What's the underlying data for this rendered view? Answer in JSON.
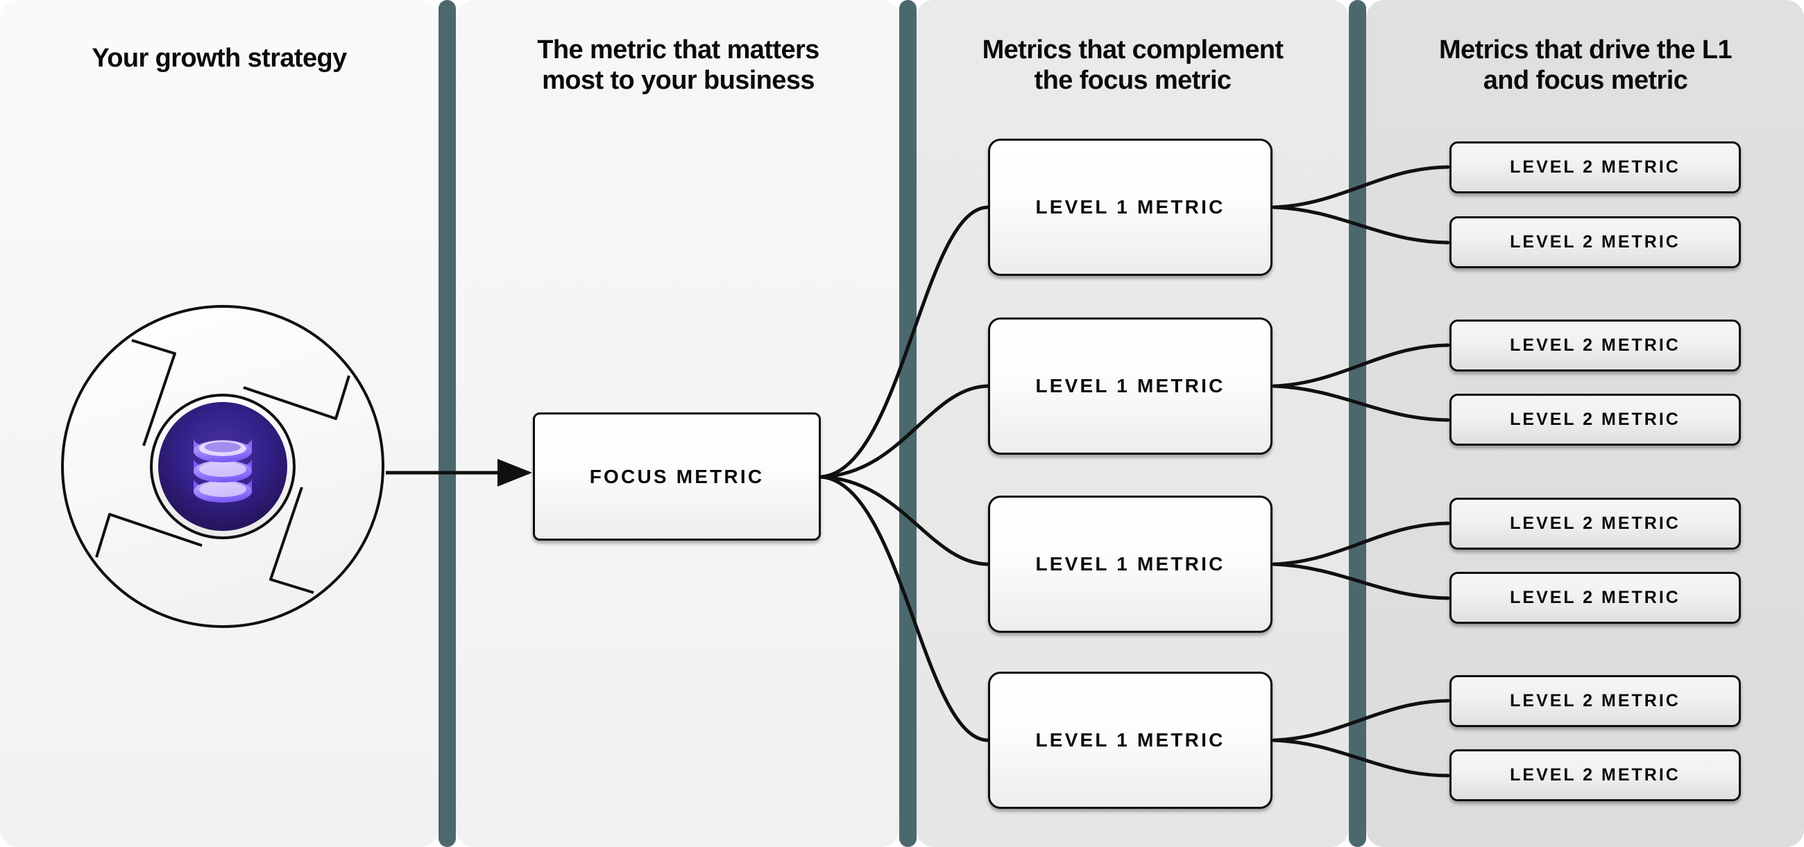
{
  "columns": [
    {
      "id": "growth-strategy",
      "heading": "Your growth strategy"
    },
    {
      "id": "focus-metric",
      "heading": "The metric that matters\nmost to your business"
    },
    {
      "id": "complement-metrics",
      "heading": "Metrics that complement\nthe focus metric"
    },
    {
      "id": "driver-metrics",
      "heading": "Metrics that drive the L1\nand focus metric"
    }
  ],
  "graphic": {
    "name": "growth-strategy-aperture",
    "center_icon": "database-icon",
    "icon_color": "#7c5cf5",
    "icon_bg_outer": "#2a1a6b",
    "icon_bg_inner": "#3d2a8c",
    "outline_color": "#111111"
  },
  "focus_metric": {
    "label": "FOCUS METRIC"
  },
  "level1_metrics": [
    {
      "label": "LEVEL 1 METRIC"
    },
    {
      "label": "LEVEL 1 METRIC"
    },
    {
      "label": "LEVEL 1 METRIC"
    },
    {
      "label": "LEVEL 1 METRIC"
    }
  ],
  "level2_metrics": [
    {
      "label": "LEVEL 2 METRIC"
    },
    {
      "label": "LEVEL 2 METRIC"
    },
    {
      "label": "LEVEL 2 METRIC"
    },
    {
      "label": "LEVEL 2 METRIC"
    },
    {
      "label": "LEVEL 2 METRIC"
    },
    {
      "label": "LEVEL 2 METRIC"
    },
    {
      "label": "LEVEL 2 METRIC"
    },
    {
      "label": "LEVEL 2 METRIC"
    }
  ],
  "colors": {
    "divider": "#4c686f",
    "panel_1_bg": "#f7f7f7",
    "panel_2_bg": "#f4f4f4",
    "panel_3_bg": "#e8e8e8",
    "panel_4_bg": "#dedede",
    "box_border": "#0d0d0d",
    "connector": "#111111",
    "text": "#0b0b0b"
  }
}
